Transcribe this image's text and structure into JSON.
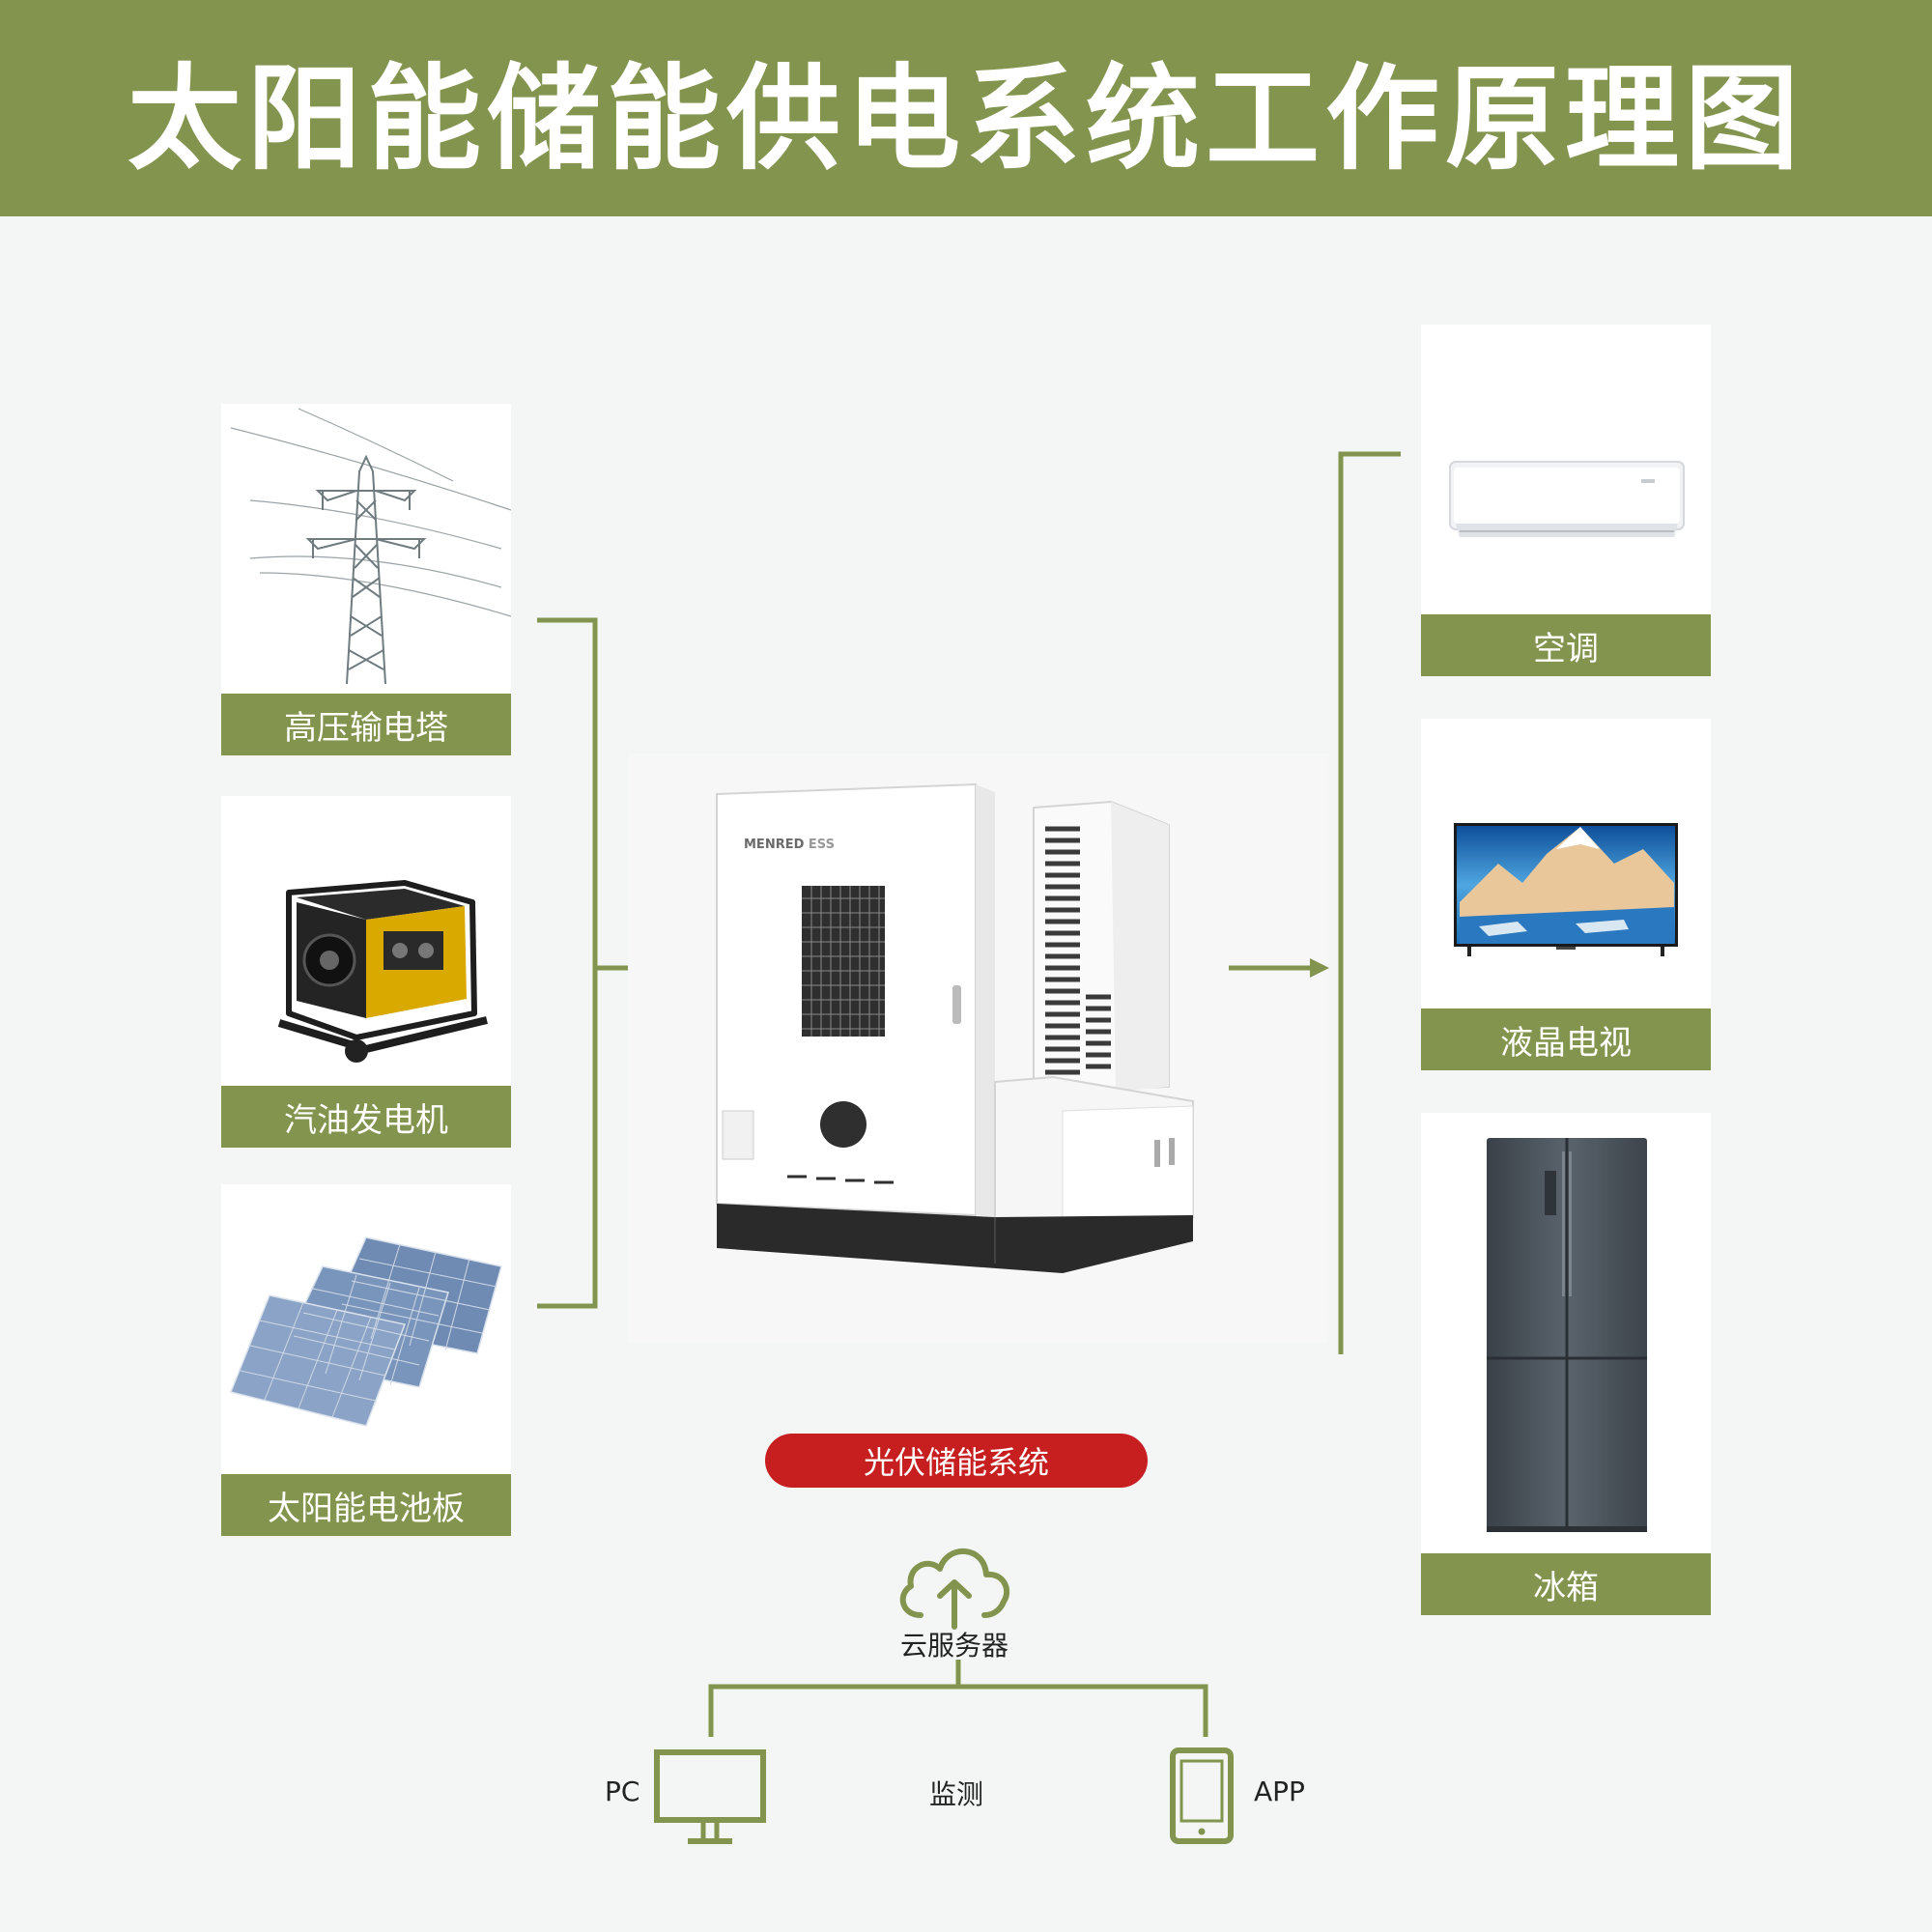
{
  "title": "太阳能储能供电系统工作原理图",
  "sources": [
    {
      "label": "高压输电塔",
      "icon": "transmission-tower-icon"
    },
    {
      "label": "汽油发电机",
      "icon": "gasoline-generator-icon"
    },
    {
      "label": "太阳能电池板",
      "icon": "solar-panel-icon"
    }
  ],
  "loads": [
    {
      "label": "空调",
      "icon": "air-conditioner-icon"
    },
    {
      "label": "液晶电视",
      "icon": "lcd-tv-icon"
    },
    {
      "label": "冰箱",
      "icon": "refrigerator-icon"
    }
  ],
  "central": {
    "label": "光伏储能系统",
    "brand": "MENRED",
    "brand_suffix": "ESS"
  },
  "monitoring": {
    "cloud_label": "云服务器",
    "monitor_label": "监测",
    "pc_label": "PC",
    "app_label": "APP"
  },
  "colors": {
    "accent_green": "#82944e",
    "pill_red": "#c71f1f",
    "background": "#f3f6f4"
  }
}
